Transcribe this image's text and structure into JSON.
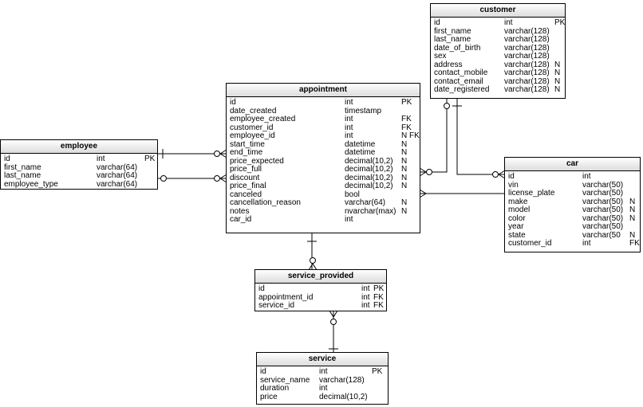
{
  "customer": {
    "title": "customer",
    "rows": [
      {
        "name": "id",
        "type": "int",
        "key": "PK"
      },
      {
        "name": "first_name",
        "type": "varchar(128)",
        "key": ""
      },
      {
        "name": "last_name",
        "type": "varchar(128)",
        "key": ""
      },
      {
        "name": "date_of_birth",
        "type": "varchar(128)",
        "key": ""
      },
      {
        "name": "sex",
        "type": "varchar(128)",
        "key": ""
      },
      {
        "name": "address",
        "type": "varchar(128)",
        "key": "N"
      },
      {
        "name": "contact_mobile",
        "type": "varchar(128)",
        "key": "N"
      },
      {
        "name": "contact_email",
        "type": "varchar(128)",
        "key": "N"
      },
      {
        "name": "date_registered",
        "type": "varchar(128)",
        "key": "N"
      }
    ]
  },
  "appointment": {
    "title": "appointment",
    "rows": [
      {
        "name": "id",
        "type": "int",
        "key": "PK"
      },
      {
        "name": "date_created",
        "type": "timestamp",
        "key": ""
      },
      {
        "name": "employee_created",
        "type": "int",
        "key": "FK"
      },
      {
        "name": "customer_id",
        "type": "int",
        "key": "FK"
      },
      {
        "name": "employee_id",
        "type": "int",
        "key": "N FK"
      },
      {
        "name": "start_time",
        "type": "datetime",
        "key": "N"
      },
      {
        "name": "end_time",
        "type": "datetime",
        "key": "N"
      },
      {
        "name": "price_expected",
        "type": "decimal(10,2)",
        "key": "N"
      },
      {
        "name": "price_full",
        "type": "decimal(10,2)",
        "key": "N"
      },
      {
        "name": "discount",
        "type": "decimal(10,2)",
        "key": "N"
      },
      {
        "name": "price_final",
        "type": "decimal(10,2)",
        "key": "N"
      },
      {
        "name": "canceled",
        "type": "bool",
        "key": ""
      },
      {
        "name": "cancellation_reason",
        "type": "varchar(64)",
        "key": "N"
      },
      {
        "name": "notes",
        "type": "nvarchar(max)",
        "key": "N"
      },
      {
        "name": "car_id",
        "type": "int",
        "key": ""
      }
    ]
  },
  "employee": {
    "title": "employee",
    "rows": [
      {
        "name": "id",
        "type": "int",
        "key": "PK"
      },
      {
        "name": "first_name",
        "type": "varchar(64)",
        "key": ""
      },
      {
        "name": "last_name",
        "type": "varchar(64)",
        "key": ""
      },
      {
        "name": "employee_type",
        "type": "varchar(64)",
        "key": ""
      }
    ]
  },
  "car": {
    "title": "car",
    "rows": [
      {
        "name": "id",
        "type": "int",
        "key": ""
      },
      {
        "name": "vin",
        "type": "varchar(50)",
        "key": ""
      },
      {
        "name": "license_plate",
        "type": "varchar(50)",
        "key": ""
      },
      {
        "name": "make",
        "type": "varchar(50)",
        "key": "N"
      },
      {
        "name": "model",
        "type": "varchar(50)",
        "key": "N"
      },
      {
        "name": "color",
        "type": "varchar(50)",
        "key": "N"
      },
      {
        "name": "year",
        "type": "varchar(50)",
        "key": ""
      },
      {
        "name": "state",
        "type": "varchar(50",
        "key": "N"
      },
      {
        "name": "customer_id",
        "type": "int",
        "key": "FK"
      }
    ]
  },
  "service_provided": {
    "title": "service_provided",
    "rows": [
      {
        "name": "id",
        "type": "int",
        "key": "PK"
      },
      {
        "name": "appointment_id",
        "type": "int",
        "key": "FK"
      },
      {
        "name": "service_id",
        "type": "int",
        "key": "FK"
      }
    ]
  },
  "service": {
    "title": "service",
    "rows": [
      {
        "name": "id",
        "type": "int",
        "key": "PK"
      },
      {
        "name": "service_name",
        "type": "varchar(128)",
        "key": ""
      },
      {
        "name": "duration",
        "type": "int",
        "key": ""
      },
      {
        "name": "price",
        "type": "decimal(10,2)",
        "key": ""
      }
    ]
  }
}
